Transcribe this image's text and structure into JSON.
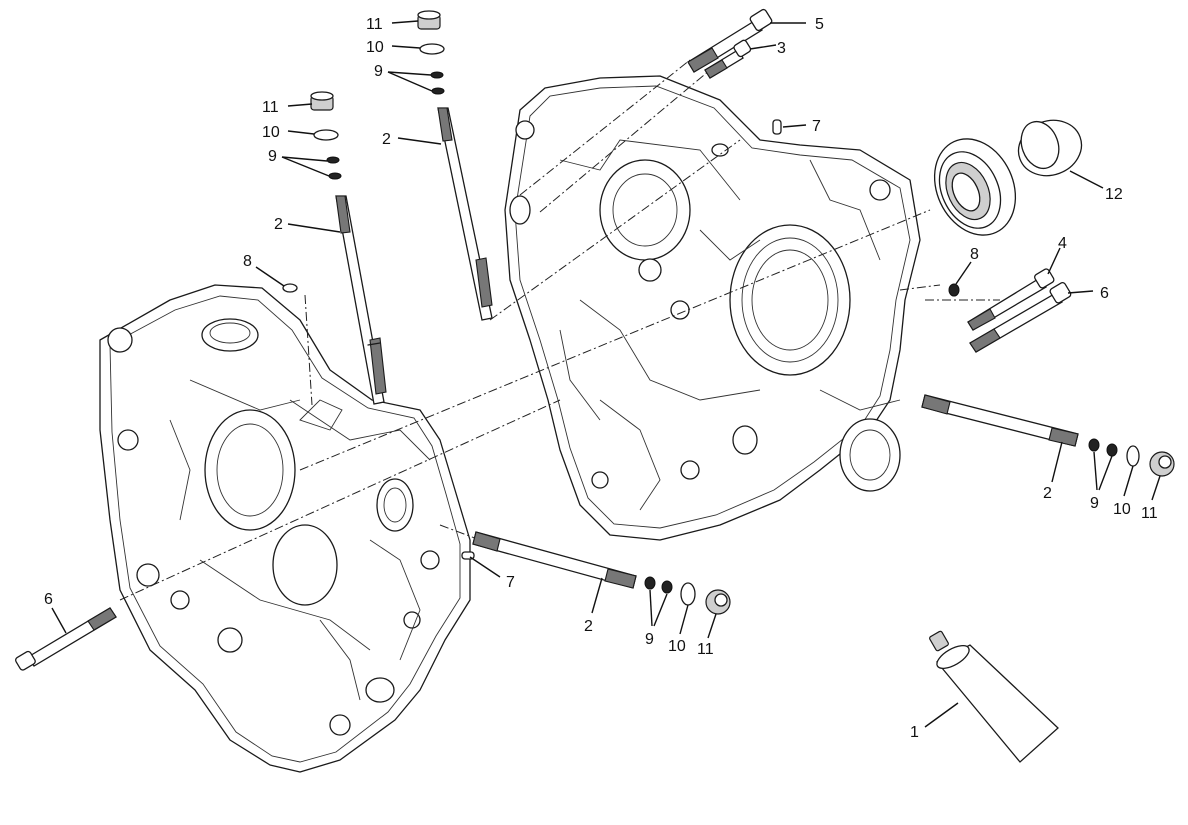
{
  "diagram": {
    "type": "exploded-parts-diagram",
    "subject": "crankcase halves",
    "callouts": [
      {
        "id": "c11a",
        "label": "11",
        "part": "flange nut"
      },
      {
        "id": "c10a",
        "label": "10",
        "part": "washer"
      },
      {
        "id": "c9a",
        "label": "9",
        "part": "o-rings"
      },
      {
        "id": "c2a",
        "label": "2",
        "part": "stud"
      },
      {
        "id": "c11b",
        "label": "11",
        "part": "flange nut"
      },
      {
        "id": "c10b",
        "label": "10",
        "part": "washer"
      },
      {
        "id": "c9b",
        "label": "9",
        "part": "o-rings"
      },
      {
        "id": "c2b",
        "label": "2",
        "part": "stud"
      },
      {
        "id": "c5",
        "label": "5",
        "part": "screw"
      },
      {
        "id": "c3",
        "label": "3",
        "part": "screw"
      },
      {
        "id": "c7a",
        "label": "7",
        "part": "dowel pin"
      },
      {
        "id": "c12",
        "label": "12",
        "part": "bearing ring"
      },
      {
        "id": "c8a",
        "label": "8",
        "part": "o-ring"
      },
      {
        "id": "c8b",
        "label": "8",
        "part": "o-ring"
      },
      {
        "id": "c4",
        "label": "4",
        "part": "screw"
      },
      {
        "id": "c6a",
        "label": "6",
        "part": "screw"
      },
      {
        "id": "c2c",
        "label": "2",
        "part": "stud"
      },
      {
        "id": "c9c",
        "label": "9",
        "part": "o-rings"
      },
      {
        "id": "c10c",
        "label": "10",
        "part": "washer"
      },
      {
        "id": "c11c",
        "label": "11",
        "part": "flange nut"
      },
      {
        "id": "c7b",
        "label": "7",
        "part": "dowel pin"
      },
      {
        "id": "c2d",
        "label": "2",
        "part": "stud"
      },
      {
        "id": "c9d",
        "label": "9",
        "part": "o-rings"
      },
      {
        "id": "c10d",
        "label": "10",
        "part": "washer"
      },
      {
        "id": "c11d",
        "label": "11",
        "part": "flange nut"
      },
      {
        "id": "c6b",
        "label": "6",
        "part": "screw"
      },
      {
        "id": "c1",
        "label": "1",
        "part": "sealant tube"
      }
    ]
  }
}
